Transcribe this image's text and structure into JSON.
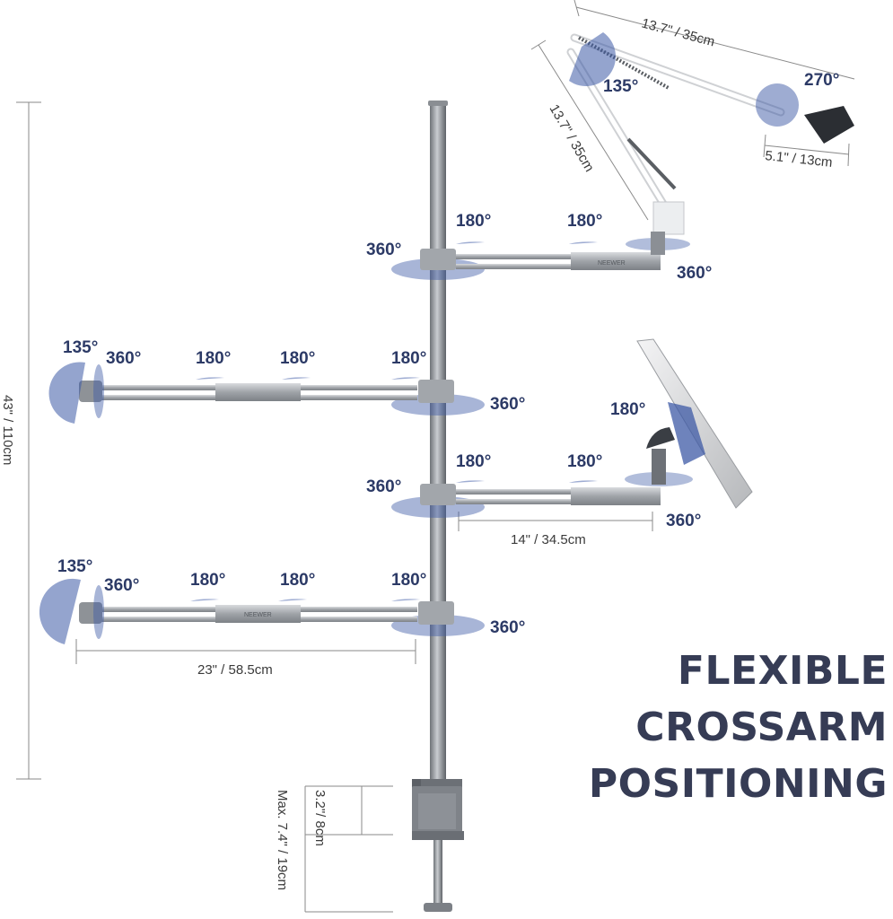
{
  "title": {
    "line1": "FLEXIBLE",
    "line2": "CROSSARM",
    "line3": "POSITIONING"
  },
  "colors": {
    "accent": "#3d5aa6",
    "title": "#363c55",
    "metal": "#b9bcc1",
    "pole": "#9a9da2"
  },
  "angles": {
    "mic_elbow": "135°",
    "mic_head": "270°",
    "a1_j1": "180°",
    "a1_j2": "180°",
    "a1_pole": "360°",
    "a1_end": "360°",
    "a2_tilt": "135°",
    "a2_end": "360°",
    "a2_j1": "180°",
    "a2_j2": "180°",
    "a2_j3": "180°",
    "a2_pole": "360°",
    "a3_pole": "360°",
    "a3_j1": "180°",
    "a3_j2": "180°",
    "a3_tab_tilt": "180°",
    "a3_end": "360°",
    "a4_tilt": "135°",
    "a4_end": "360°",
    "a4_j1": "180°",
    "a4_j2": "180°",
    "a4_j3": "180°",
    "a4_pole": "360°"
  },
  "dimensions": {
    "height": "43\" / 110cm",
    "mic_upper": "13.7\" / 35cm",
    "mic_lower": "13.7\" / 35cm",
    "mic_tip": "5.1\" / 13cm",
    "short_arm": "14\" / 34.5cm",
    "long_arm": "23\" / 58.5cm",
    "clamp_depth": "3.2\"/ 8cm",
    "clamp_max": "Max. 7.4\" / 19cm"
  },
  "brand_mark": "NEEWER"
}
